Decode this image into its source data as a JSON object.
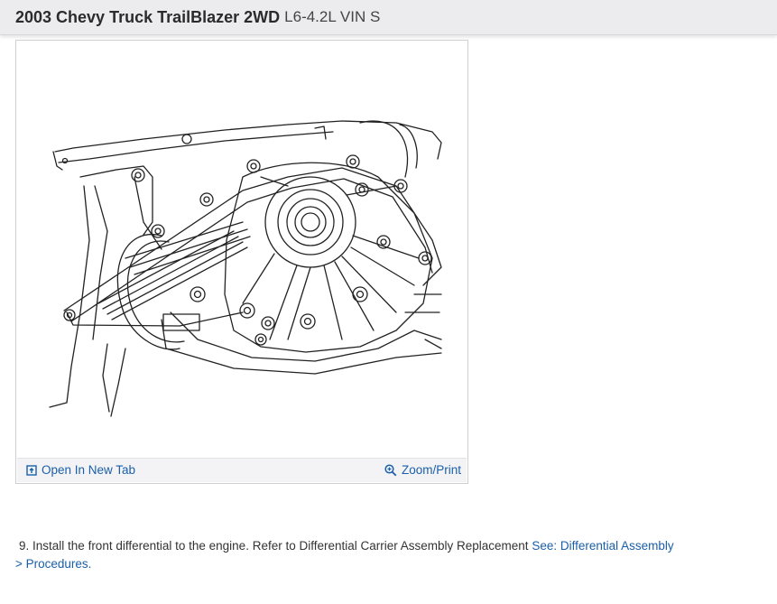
{
  "header": {
    "title": "2003 Chevy Truck TrailBlazer 2WD",
    "subtitle": "L6-4.2L VIN S"
  },
  "figure": {
    "open_new_tab_label": "Open In New Tab",
    "zoom_print_label": "Zoom/Print",
    "icons": {
      "open_tab": "open-in-new-tab-icon",
      "zoom": "zoom-icon"
    }
  },
  "step": {
    "number": "9.",
    "text": "Install the front differential to the engine. Refer to Differential Carrier Assembly Replacement",
    "link_label": "See: Differential Assembly",
    "link_label_cont": "> Procedures."
  },
  "colors": {
    "header_bg": "#ececee",
    "link": "#1a5faa",
    "toolbar_bg": "#f3f3f5"
  }
}
